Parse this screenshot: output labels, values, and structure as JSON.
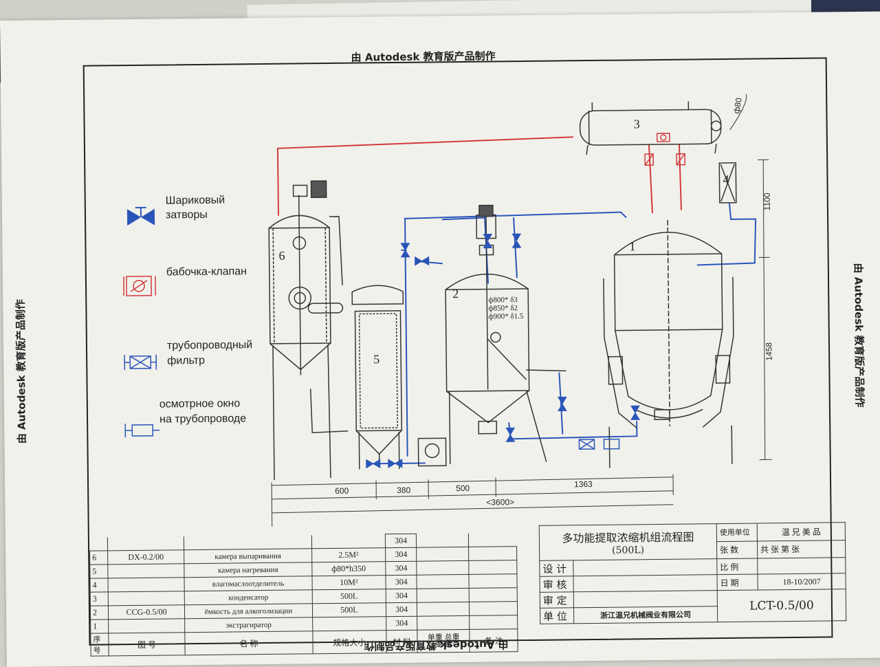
{
  "watermark": "由 Autodesk 教育版产品制作",
  "legend": [
    {
      "icon": "ball-valve-icon",
      "label_1": "Шариковый",
      "label_2": "затворы"
    },
    {
      "icon": "butterfly-valve-icon",
      "label_1": "бабочка-клапан",
      "label_2": ""
    },
    {
      "icon": "pipeline-filter-icon",
      "label_1": "трубопроводный",
      "label_2": "фильтр"
    },
    {
      "icon": "sight-glass-icon",
      "label_1": "осмотрное окно",
      "label_2": "на трубопроводе"
    }
  ],
  "equipment_numbers": [
    "1",
    "2",
    "3",
    "4",
    "5",
    "6"
  ],
  "vessel2_specs": [
    "ф800* δ3",
    "ф850* δ2",
    "ф900* δ1.5"
  ],
  "dimensions": {
    "bottom": [
      "600",
      "380",
      "500",
      "1363"
    ],
    "total": "<3600>",
    "right_upper": "1100",
    "right_lower": "1458",
    "top_right": "ф80"
  },
  "parts_table": {
    "rows": [
      {
        "no": "6",
        "code": "DX-0.2/00",
        "name": "камера выпаривания",
        "spec": "2.5M²",
        "material": "304"
      },
      {
        "no": "5",
        "code": "",
        "name": "камера нагревания",
        "spec": "ф80*h350",
        "material": "304"
      },
      {
        "no": "4",
        "code": "",
        "name": "влагомаслоотделитель",
        "spec": "10M²",
        "material": "304"
      },
      {
        "no": "3",
        "code": "",
        "name": "конденсатор",
        "spec": "500L",
        "material": "304"
      },
      {
        "no": "2",
        "code": "CCG-0.5/00",
        "name": "ёмкость для алкоголизации",
        "spec": "500L",
        "material": "304"
      },
      {
        "no": "1",
        "code": "",
        "name": "экстрагиратор",
        "spec": "",
        "material": "304"
      }
    ],
    "top_material": "304",
    "header": {
      "no": "序号",
      "code": "图 号",
      "name": "名 称",
      "spec": "规格大小",
      "material": "材 料",
      "weight_top": "单重 总重",
      "weight_bottom": "重 量",
      "note": "备 注"
    }
  },
  "title_block": {
    "title": "多功能提取浓缩机组流程图",
    "subtitle": "(500L)",
    "labels": [
      "设 计",
      "审 核",
      "审 定",
      "单 位"
    ],
    "right_labels": [
      "使用单位",
      "张 数",
      "比 例",
      "日 期"
    ],
    "user": "温 兄 美 品",
    "sheets": "共   张  第   张",
    "date": "18-10/2007",
    "drawing_no": "LCT-0.5/00",
    "company": "浙江温兄机械阀业有限公司"
  }
}
